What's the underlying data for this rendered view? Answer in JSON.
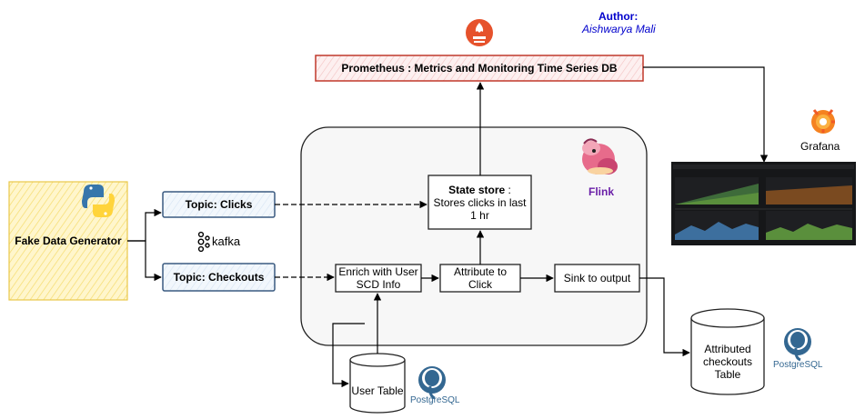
{
  "author": {
    "title": "Author:",
    "name": "Aishwarya Mali"
  },
  "nodes": {
    "prometheus": "Prometheus : Metrics and Monitoring Time Series DB",
    "generator": "Fake Data Generator",
    "topic_clicks": "Topic: Clicks",
    "topic_checkouts": "Topic: Checkouts",
    "state_store_bold": "State store",
    "state_store_rest": " : Stores clicks in last 1 hr",
    "enrich": "Enrich with User SCD Info",
    "attribute": "Attribute to Click",
    "sink": "Sink to output",
    "user_table": "User Table",
    "attributed_table": "Attributed checkouts Table"
  },
  "logos": {
    "kafka": "kafka",
    "flink": "Flink",
    "grafana": "Grafana",
    "postgres_1": "PostgreSQL",
    "postgres_2": "PostgreSQL",
    "python_icon": "python-icon",
    "prometheus_icon": "prometheus-flame-icon"
  },
  "colors": {
    "prometheus_border": "#c0392b",
    "prometheus_fill": "#fdecec",
    "generator_fill": "#fff6cc",
    "topic_fill": "#eef4fb",
    "author": "#0000cc",
    "flink": "#6a1fa8"
  }
}
